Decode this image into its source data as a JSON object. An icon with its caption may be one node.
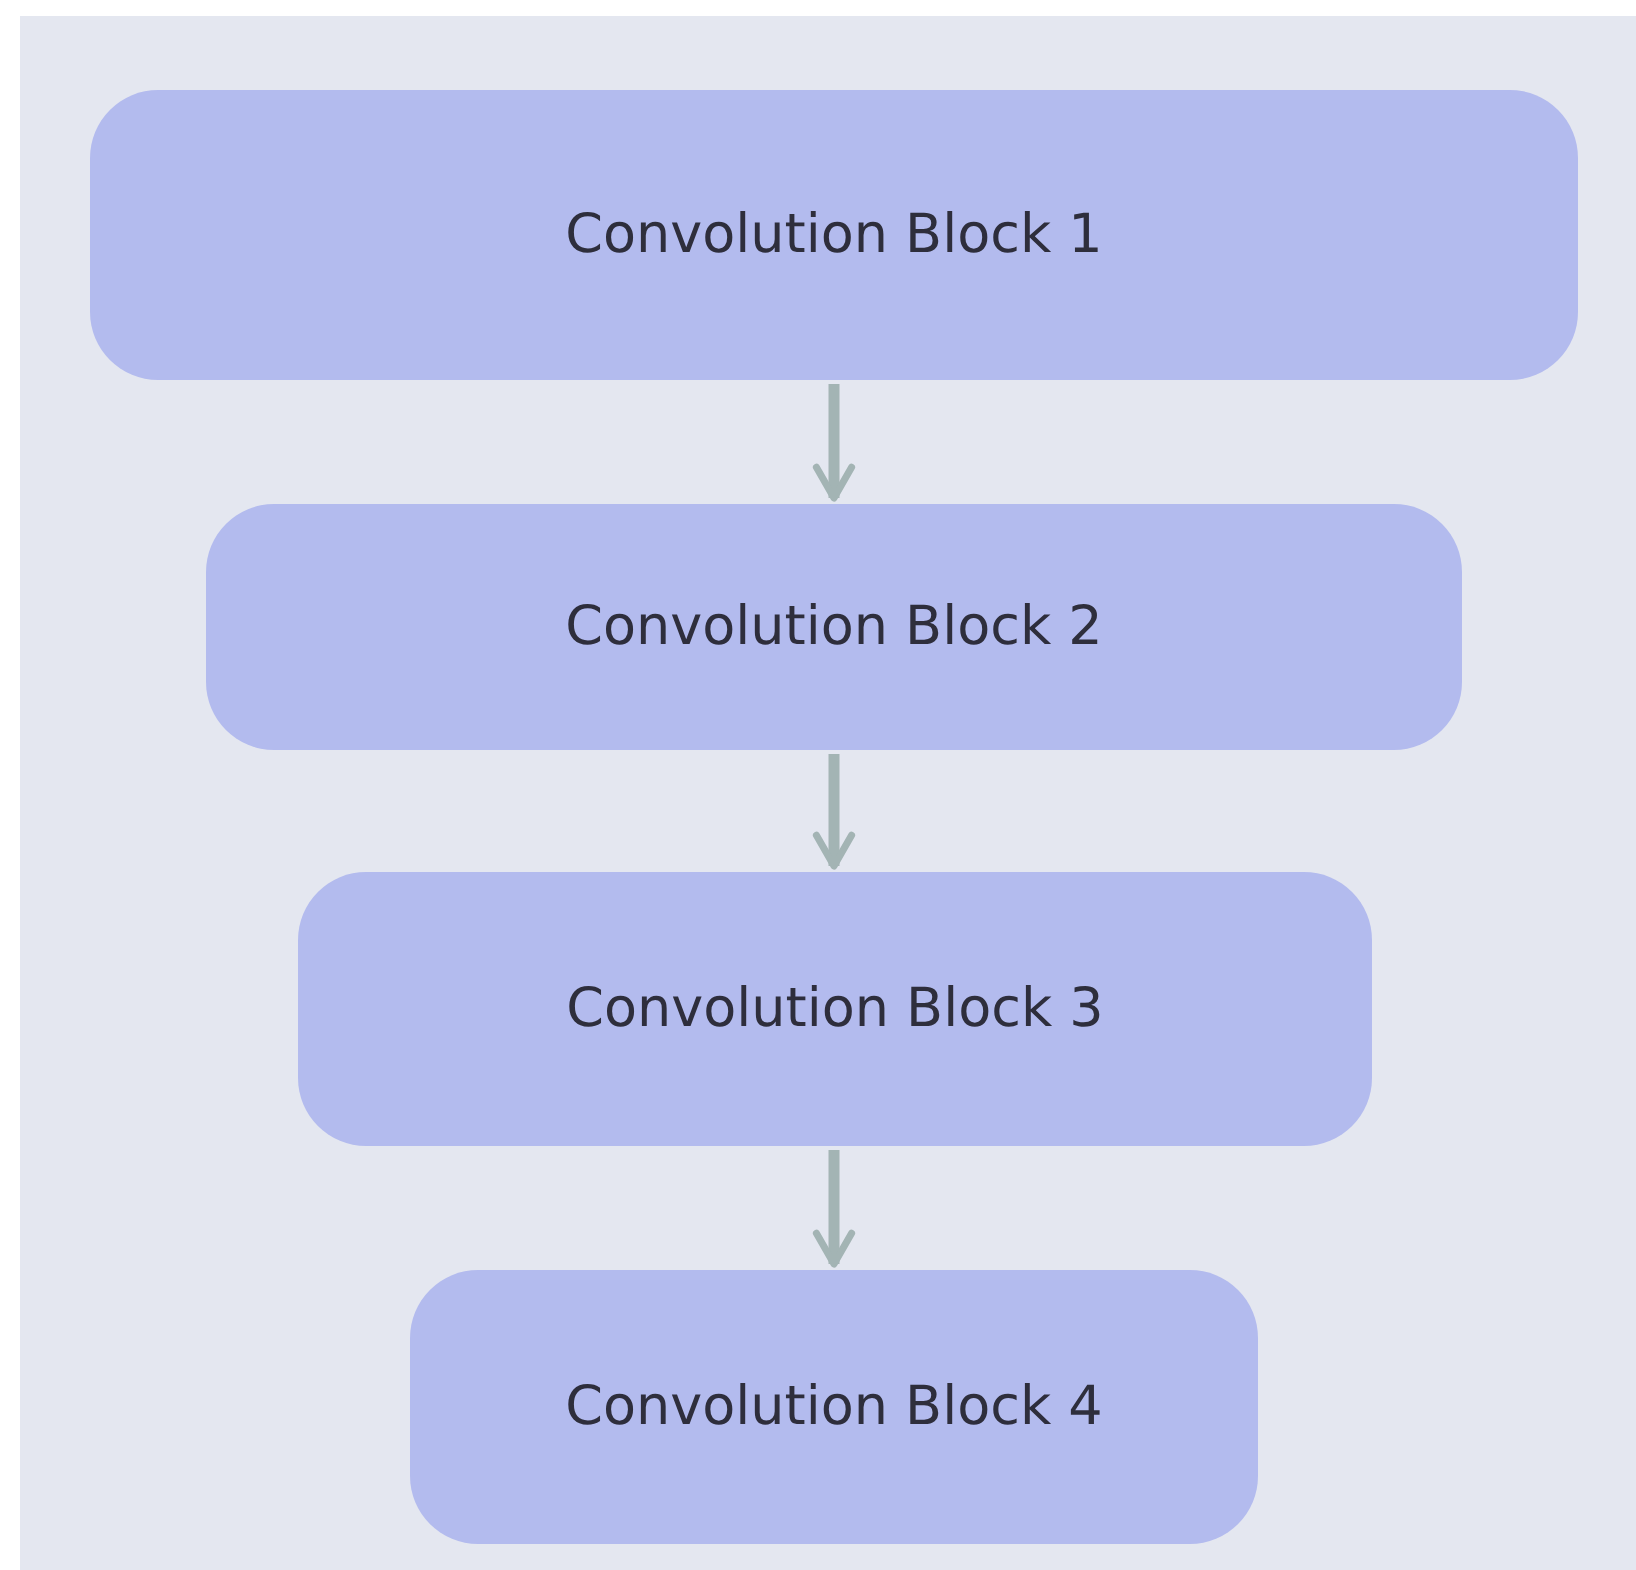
{
  "diagram": {
    "nodes": [
      {
        "text": [
          "Convolution Block 1"
        ]
      },
      {
        "text": [
          "Convolution Block 2"
        ]
      },
      {
        "text": [
          "Convolution Block 3"
        ]
      },
      {
        "text": [
          "Convolution Block 4"
        ]
      }
    ],
    "edges": [
      {
        "from": 0,
        "to": 1,
        "arrow": "to"
      },
      {
        "from": 1,
        "to": 2,
        "arrow": "to"
      },
      {
        "from": 2,
        "to": 3,
        "arrow": "to"
      }
    ]
  }
}
